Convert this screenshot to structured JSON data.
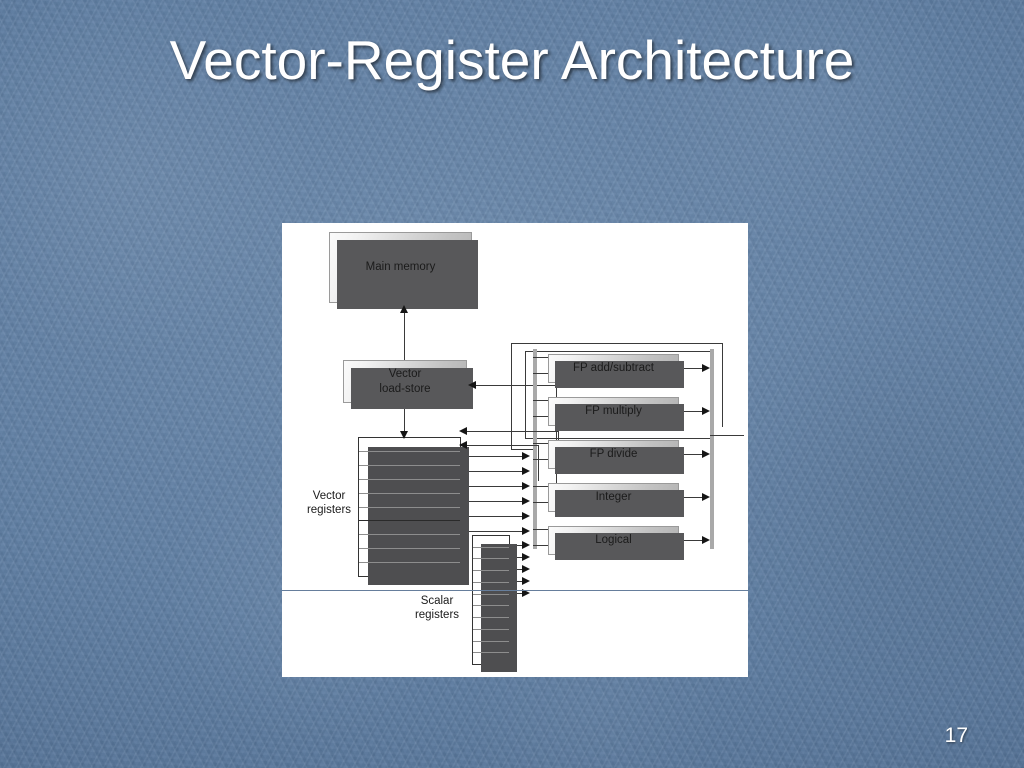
{
  "slide": {
    "title": "Vector-Register Architecture",
    "page_number": "17",
    "background_color": "#5c7ba0",
    "title_color": "#ffffff"
  },
  "figure": {
    "panel_background": "#ffffff",
    "divider_color": "#667e9c",
    "blocks": [
      {
        "id": "main-memory",
        "label": "Main memory"
      },
      {
        "id": "vector-load-store",
        "label": "Vector\nload-store"
      }
    ],
    "functional_units": [
      {
        "id": "fp-add-subtract",
        "label": "FP add/subtract"
      },
      {
        "id": "fp-multiply",
        "label": "FP multiply"
      },
      {
        "id": "fp-divide",
        "label": "FP divide"
      },
      {
        "id": "integer",
        "label": "Integer"
      },
      {
        "id": "logical",
        "label": "Logical"
      }
    ],
    "register_files": [
      {
        "id": "vector-registers",
        "label": "Vector\nregisters",
        "rows": 10
      },
      {
        "id": "scalar-registers",
        "label": "Scalar\nregisters",
        "rows": 11
      }
    ]
  }
}
